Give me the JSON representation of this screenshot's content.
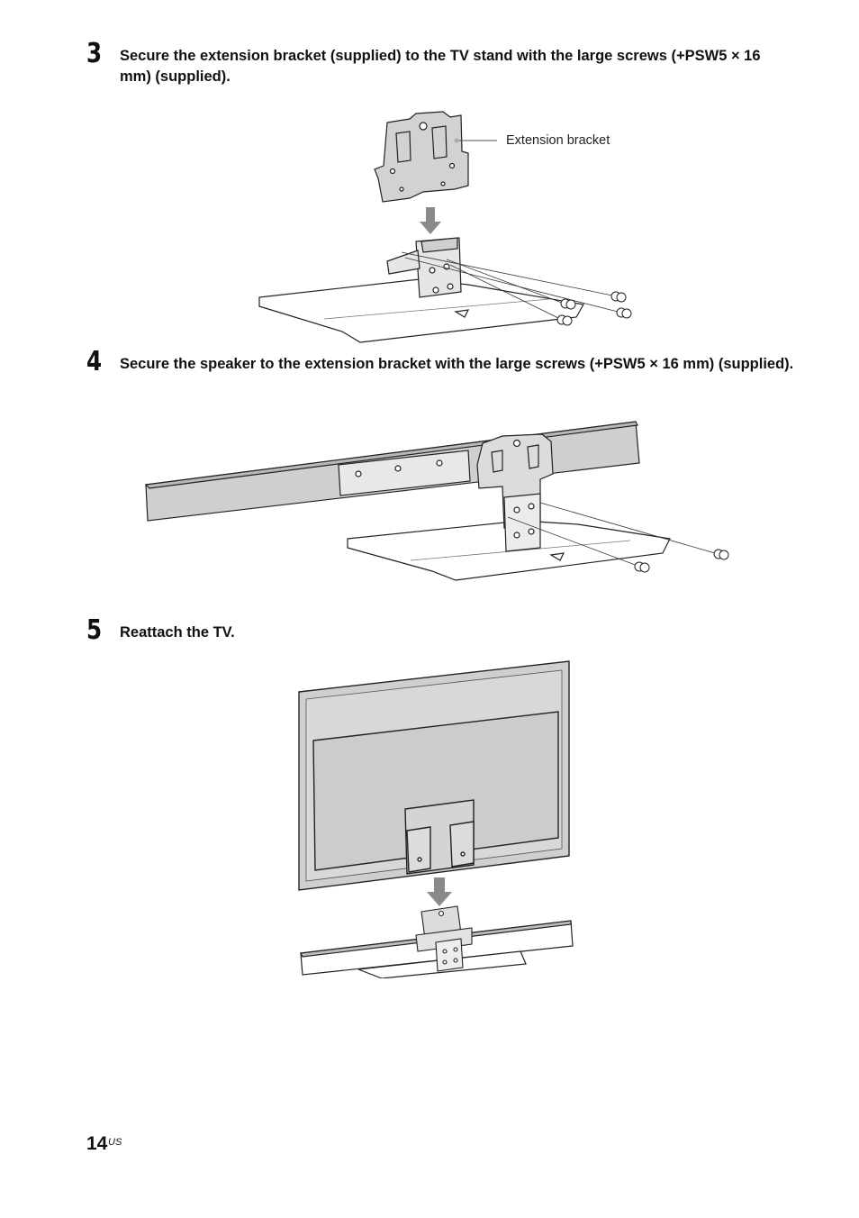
{
  "steps": [
    {
      "number": "3",
      "text": "Secure the extension bracket (supplied) to the TV stand with the large screws (+PSW5 × 16 mm) (supplied)."
    },
    {
      "number": "4",
      "text": "Secure the speaker to the extension bracket with the large screws (+PSW5 × 16 mm) (supplied)."
    },
    {
      "number": "5",
      "text": "Reattach the TV."
    }
  ],
  "figures": {
    "step3": {
      "callout": "Extension bracket"
    }
  },
  "footer": {
    "page_number": "14",
    "page_suffix": "US"
  },
  "colors": {
    "illustration_gray": "#c9c9c9",
    "line": "#222222",
    "arrow": "#8a8a8a"
  }
}
